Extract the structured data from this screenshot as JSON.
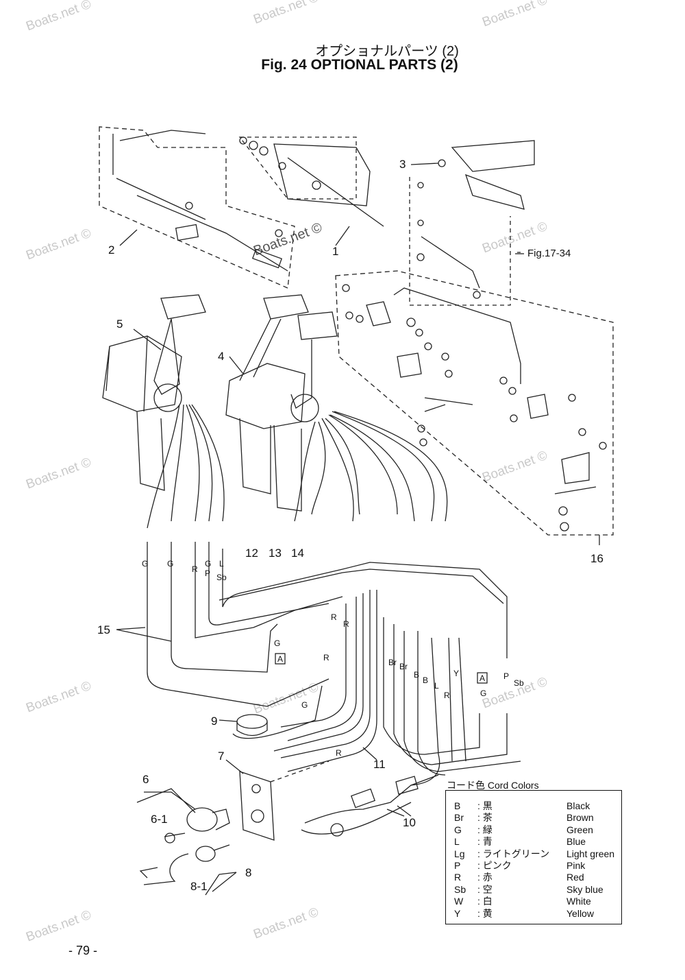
{
  "header": {
    "title_jp": "オプショナルパーツ (2)",
    "title_en": "Fig. 24   OPTIONAL PARTS (2)"
  },
  "watermark": "Boats.net ©",
  "watermark_mid": "Boats.net ©",
  "diagram": {
    "ref_label": "Fig.17-34",
    "part_numbers": [
      "1",
      "2",
      "3",
      "4",
      "5",
      "6",
      "6-1",
      "7",
      "8",
      "8-1",
      "9",
      "10",
      "11",
      "12",
      "13",
      "14",
      "15",
      "16"
    ],
    "wire_labels": [
      "G",
      "G",
      "R",
      "G",
      "P",
      "L",
      "Sb",
      "R",
      "R",
      "G",
      "A",
      "R",
      "G",
      "Br",
      "Br",
      "B",
      "B",
      "L",
      "R",
      "Y",
      "A",
      "G",
      "P",
      "Sb",
      "R"
    ]
  },
  "cord_colors": {
    "title": "コード色   Cord Colors",
    "rows": [
      {
        "code": "B",
        "jp": ": 黒",
        "en": "Black"
      },
      {
        "code": "Br",
        "jp": ": 茶",
        "en": "Brown"
      },
      {
        "code": "G",
        "jp": ": 緑",
        "en": "Green"
      },
      {
        "code": "L",
        "jp": ": 青",
        "en": "Blue"
      },
      {
        "code": "Lg",
        "jp": ": ライトグリーン",
        "en": "Light green"
      },
      {
        "code": "P",
        "jp": ": ピンク",
        "en": "Pink"
      },
      {
        "code": "R",
        "jp": ": 赤",
        "en": "Red"
      },
      {
        "code": "Sb",
        "jp": ": 空",
        "en": "Sky blue"
      },
      {
        "code": "W",
        "jp": ": 白",
        "en": "White"
      },
      {
        "code": "Y",
        "jp": ": 黄",
        "en": "Yellow"
      }
    ]
  },
  "page_number": "- 79 -"
}
